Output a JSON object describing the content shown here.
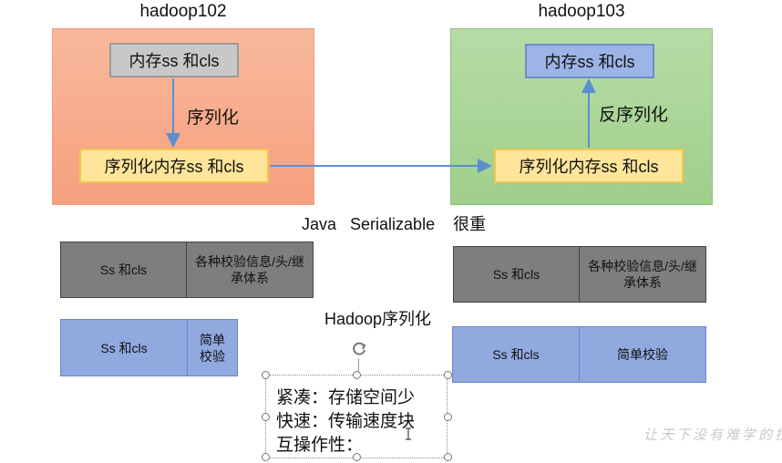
{
  "hosts": {
    "left": "hadoop102",
    "right": "hadoop103"
  },
  "left_panel": {
    "memory_box": "内存ss 和cls",
    "step_label": "序列化",
    "serialized_box": "序列化内存ss 和cls"
  },
  "right_panel": {
    "memory_box": "内存ss 和cls",
    "step_label": "反序列化",
    "serialized_box": "序列化内存ss 和cls"
  },
  "java_heading": "Java   Serializable    很重",
  "hadoop_heading": "Hadoop序列化",
  "java_rows": {
    "left": {
      "cell1": "Ss 和cls",
      "cell2": "各种校验信息/头/继承体系"
    },
    "right": {
      "cell1": "Ss 和cls",
      "cell2": "各种校验信息/头/继承体系"
    }
  },
  "hadoop_rows": {
    "left": {
      "cell1": "Ss 和cls",
      "cell2": "简单校验"
    },
    "right": {
      "cell1": "Ss 和cls",
      "cell2": "简单校验"
    }
  },
  "notes": {
    "line1": "紧凑：存储空间少",
    "line2": "快速：传输速度块",
    "line3": "互操作性："
  },
  "watermark": "让天下没有难学的技术",
  "colors": {
    "left_panel": "#f6a07e",
    "right_panel": "#9fcf8b",
    "memory_gray": "#c8c8c8",
    "serialized_yellow": "#ffe59a",
    "memory_blue": "#9cb4e6",
    "arrow": "#5b8fd0"
  }
}
